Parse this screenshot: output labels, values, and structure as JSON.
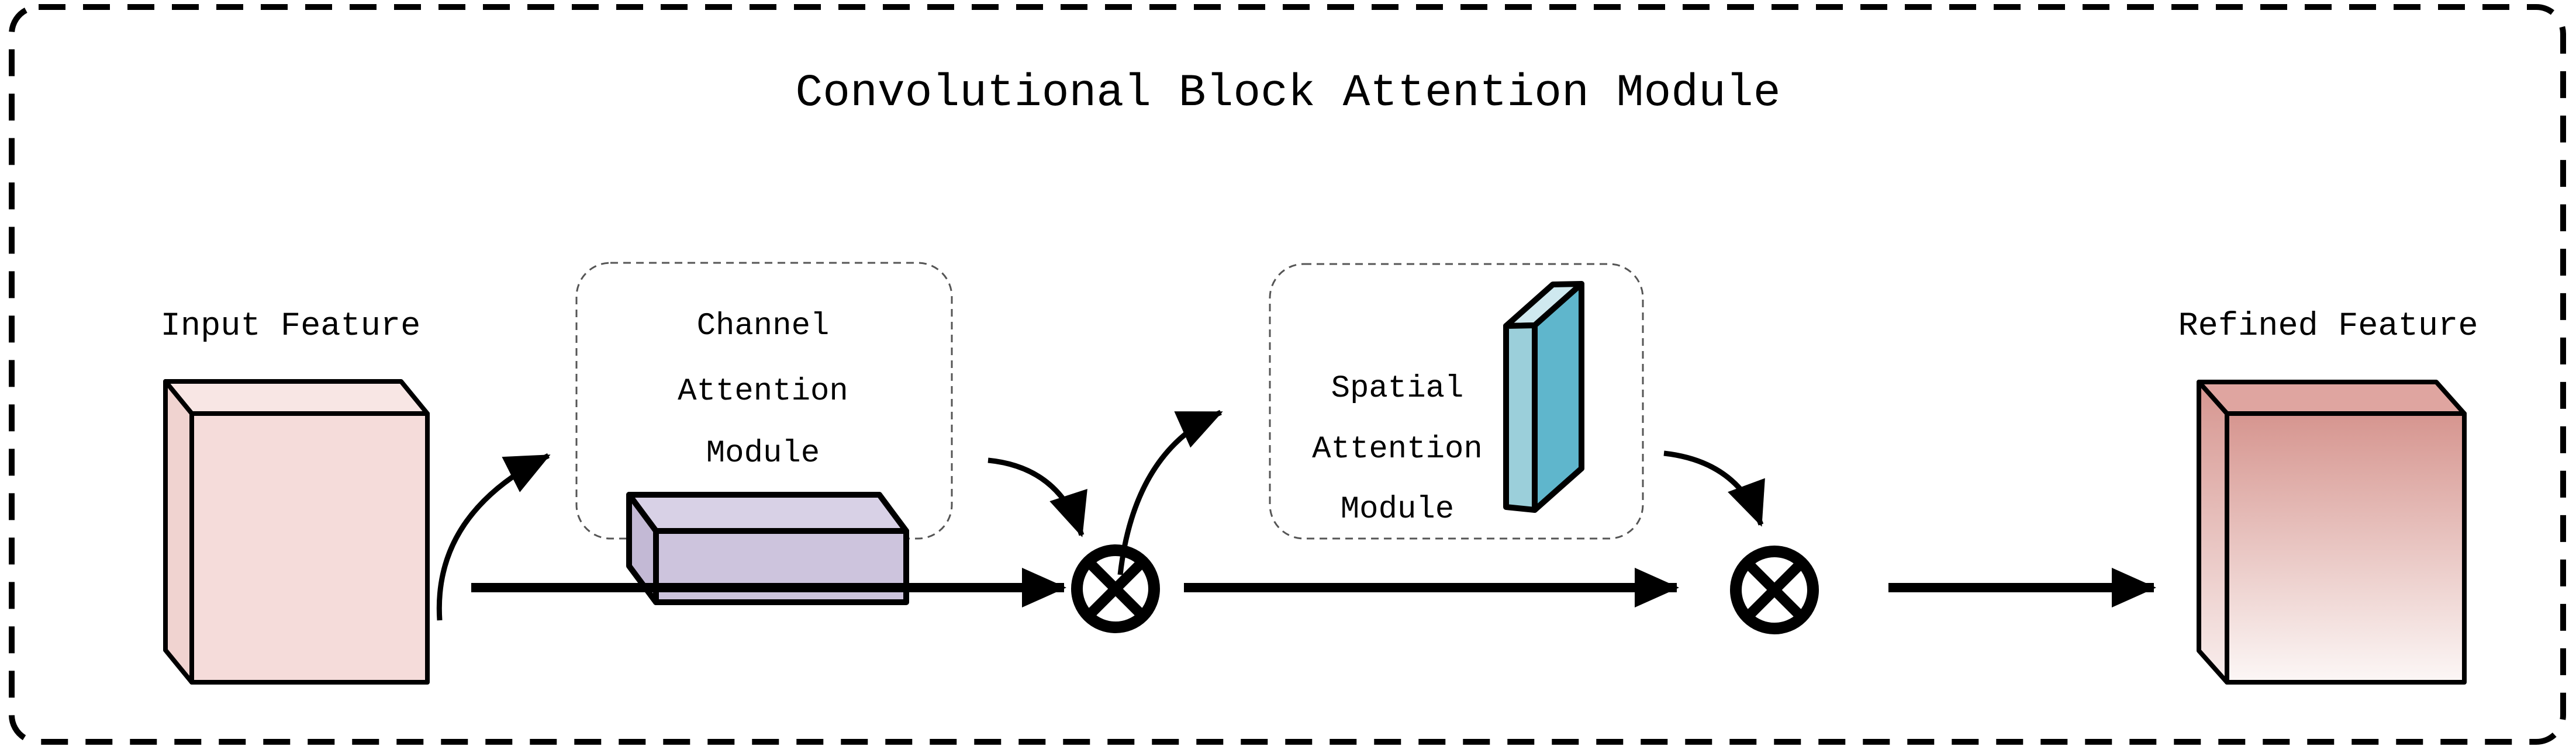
{
  "title": "Convolutional Block Attention Module",
  "labels": {
    "input_feature": "Input Feature",
    "refined_feature": "Refined Feature"
  },
  "channel_attention_module": {
    "line1": "Channel",
    "line2": "Attention",
    "line3": "Module"
  },
  "spatial_attention_module": {
    "line1": "Spatial",
    "line2": "Attention",
    "line3": "Module"
  },
  "symbols": {
    "elementwise_multiplication": "⊗"
  },
  "colors": {
    "input_cube_front": "#f5dcda",
    "input_cube_top": "#f8e6e4",
    "input_cube_side": "#f0d3d0",
    "channel_slab_front": "#cdc4dd",
    "channel_slab_top": "#d8d1e6",
    "channel_slab_side": "#c3b9d5",
    "spatial_slab_front": "#5fb6cc",
    "spatial_slab_side": "#9bcfda",
    "spatial_slab_top": "#cfe9ef",
    "refined_cube_top": "#d6958f",
    "refined_cube_bottom": "#fcf7f6",
    "refined_cube_top_face": "#dfa5a0",
    "outline": "#000000",
    "module_box_dash": "#555555"
  }
}
